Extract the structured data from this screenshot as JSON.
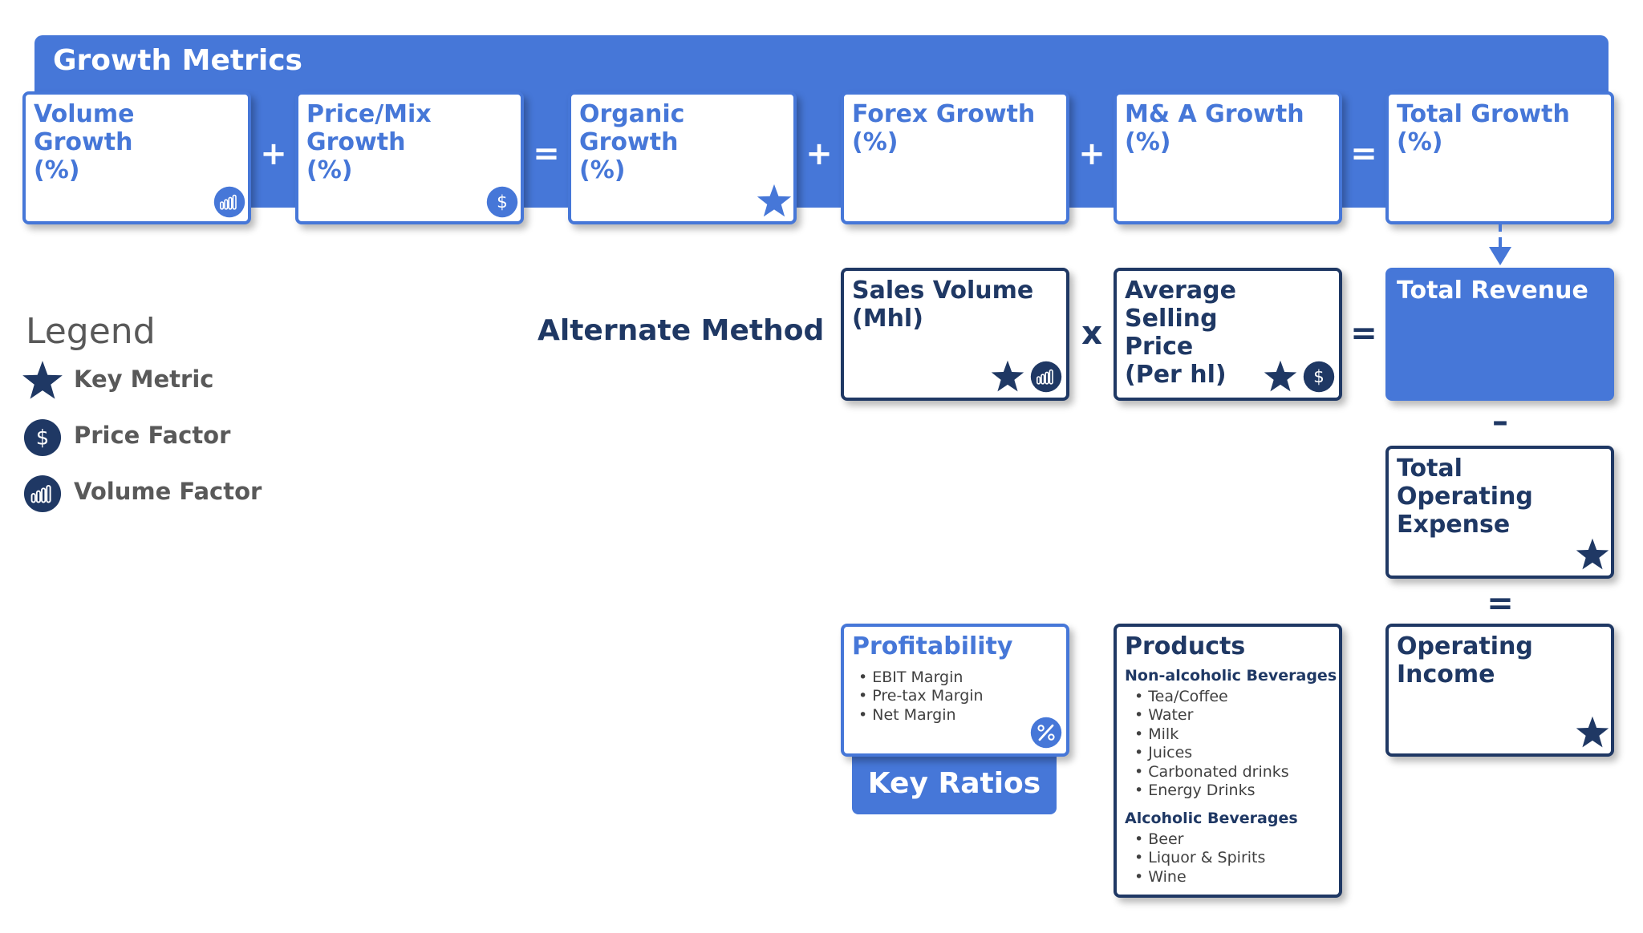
{
  "banner": {
    "title": "Growth Metrics"
  },
  "growth_metrics": [
    {
      "title": "Volume Growth\n(%)",
      "icon": "volume-factor-icon"
    },
    {
      "title": "Price/Mix Growth\n(%)",
      "icon": "price-factor-icon"
    },
    {
      "title": "Organic Growth\n(%)",
      "icon": "key-metric-icon"
    },
    {
      "title": "Forex Growth\n(%)",
      "icon": ""
    },
    {
      "title": "M& A Growth\n(%)",
      "icon": ""
    },
    {
      "title": "Total Growth\n(%)",
      "icon": ""
    }
  ],
  "operators": {
    "plus": "+",
    "equals": "=",
    "times": "x",
    "minus": "–"
  },
  "legend": {
    "title": "Legend",
    "items": [
      {
        "label": "Key Metric",
        "icon": "key-metric-icon"
      },
      {
        "label": "Price Factor",
        "icon": "price-factor-icon"
      },
      {
        "label": "Volume Factor",
        "icon": "volume-factor-icon"
      }
    ]
  },
  "alternate_method": {
    "label": "Alternate Method",
    "sales_volume": "Sales Volume\n(Mhl)",
    "avg_price": "Average Selling\nPrice\n(Per hl)",
    "total_revenue": "Total Revenue"
  },
  "total_operating_expense": "Total Operating\nExpense",
  "operating_income": "Operating\nIncome",
  "profitability": {
    "title": "Profitability",
    "items": [
      "EBIT Margin",
      "Pre-tax Margin",
      "Net Margin"
    ],
    "footer": "Key Ratios"
  },
  "products": {
    "title": "Products",
    "non_alcoholic": {
      "heading": "Non-alcoholic Beverages",
      "items": [
        "Tea/Coffee",
        "Water",
        "Milk",
        "Juices",
        "Carbonated drinks",
        "Energy Drinks"
      ]
    },
    "alcoholic": {
      "heading": "Alcoholic Beverages",
      "items": [
        "Beer",
        "Liquor & Spirits",
        "Wine"
      ]
    }
  },
  "colors": {
    "primary_blue": "#4677d8",
    "navy": "#1f3864",
    "legend_gray": "#595959"
  }
}
